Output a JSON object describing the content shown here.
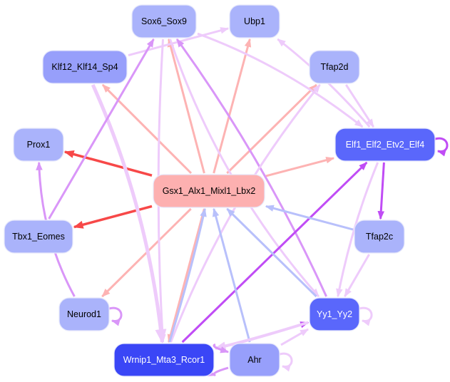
{
  "title": "Gene regulatory network",
  "colors": {
    "node_light": "#aab3fb",
    "node_mid": "#979ffb",
    "node_dark": "#5a67fb",
    "node_darkest": "#3a46f6",
    "node_center": "#fdb0b0",
    "edge_red": "#f74848",
    "edge_salmon": "#fdb3b3",
    "edge_lilac": "#eecbfb",
    "edge_violet": "#d996f8",
    "edge_purple": "#c04cf5",
    "edge_periwinkle": "#b8c0fb"
  },
  "nodes": [
    {
      "id": "sox6_sox9",
      "label": "Sox6_Sox9",
      "fill": "node_light",
      "text": "#000000"
    },
    {
      "id": "ubp1",
      "label": "Ubp1",
      "fill": "node_light",
      "text": "#000000"
    },
    {
      "id": "klf12",
      "label": "Klf12_Klf14_Sp4",
      "fill": "node_mid",
      "text": "#000000"
    },
    {
      "id": "tfap2d",
      "label": "Tfap2d",
      "fill": "node_light",
      "text": "#000000"
    },
    {
      "id": "prox1",
      "label": "Prox1",
      "fill": "node_light",
      "text": "#000000"
    },
    {
      "id": "elf",
      "label": "Elf1_Elf2_Etv2_Elf4",
      "fill": "node_dark",
      "text": "#ffffff"
    },
    {
      "id": "gsx1",
      "label": "Gsx1_Alx1_Mixl1_Lbx2",
      "fill": "node_center",
      "text": "#000000"
    },
    {
      "id": "tbx1",
      "label": "Tbx1_Eomes",
      "fill": "node_light",
      "text": "#000000"
    },
    {
      "id": "tfap2c",
      "label": "Tfap2c",
      "fill": "node_light",
      "text": "#000000"
    },
    {
      "id": "neurod1",
      "label": "Neurod1",
      "fill": "node_light",
      "text": "#000000"
    },
    {
      "id": "yy1",
      "label": "Yy1_Yy2",
      "fill": "node_dark",
      "text": "#ffffff"
    },
    {
      "id": "wrnip1",
      "label": "Wrnip1_Mta3_Rcor1",
      "fill": "node_darkest",
      "text": "#ffffff"
    },
    {
      "id": "ahr",
      "label": "Ahr",
      "fill": "node_mid",
      "text": "#000000"
    }
  ],
  "edges": [
    {
      "from": "gsx1",
      "to": "prox1",
      "color": "edge_red"
    },
    {
      "from": "gsx1",
      "to": "tbx1",
      "color": "edge_red"
    },
    {
      "from": "gsx1",
      "to": "klf12",
      "color": "edge_salmon"
    },
    {
      "from": "gsx1",
      "to": "sox6_sox9",
      "color": "edge_salmon"
    },
    {
      "from": "gsx1",
      "to": "ubp1",
      "color": "edge_salmon"
    },
    {
      "from": "gsx1",
      "to": "tfap2d",
      "color": "edge_salmon"
    },
    {
      "from": "gsx1",
      "to": "elf",
      "color": "edge_salmon"
    },
    {
      "from": "gsx1",
      "to": "neurod1",
      "color": "edge_salmon"
    },
    {
      "from": "gsx1",
      "to": "wrnip1",
      "color": "edge_salmon"
    },
    {
      "from": "klf12",
      "to": "ubp1",
      "color": "edge_lilac"
    },
    {
      "from": "klf12",
      "to": "wrnip1",
      "color": "edge_lilac"
    },
    {
      "from": "tbx1",
      "to": "sox6_sox9",
      "color": "edge_violet"
    },
    {
      "from": "neurod1",
      "to": "prox1",
      "color": "edge_violet"
    },
    {
      "from": "neurod1",
      "to": "neurod1",
      "color": "edge_violet"
    },
    {
      "from": "sox6_sox9",
      "to": "elf",
      "color": "edge_lilac"
    },
    {
      "from": "sox6_sox9",
      "to": "wrnip1",
      "color": "edge_lilac"
    },
    {
      "from": "sox6_sox9",
      "to": "yy1",
      "color": "edge_lilac"
    },
    {
      "from": "yy1",
      "to": "sox6_sox9",
      "color": "edge_violet"
    },
    {
      "from": "elf",
      "to": "ubp1",
      "color": "edge_lilac"
    },
    {
      "from": "tfap2d",
      "to": "elf",
      "color": "edge_lilac"
    },
    {
      "from": "wrnip1",
      "to": "tfap2d",
      "color": "edge_lilac"
    },
    {
      "from": "elf",
      "to": "elf",
      "color": "edge_purple"
    },
    {
      "from": "elf",
      "to": "tfap2c",
      "color": "edge_purple"
    },
    {
      "from": "elf",
      "to": "yy1",
      "color": "edge_lilac"
    },
    {
      "from": "wrnip1",
      "to": "elf",
      "color": "edge_purple"
    },
    {
      "from": "tfap2c",
      "to": "gsx1",
      "color": "edge_periwinkle"
    },
    {
      "from": "tfap2c",
      "to": "yy1",
      "color": "edge_lilac"
    },
    {
      "from": "yy1",
      "to": "gsx1",
      "color": "edge_periwinkle"
    },
    {
      "from": "ahr",
      "to": "gsx1",
      "color": "edge_periwinkle"
    },
    {
      "from": "wrnip1",
      "to": "gsx1",
      "color": "edge_periwinkle"
    },
    {
      "from": "yy1",
      "to": "yy1",
      "color": "edge_lilac"
    },
    {
      "from": "wrnip1",
      "to": "yy1",
      "color": "edge_purple"
    },
    {
      "from": "yy1",
      "to": "wrnip1",
      "color": "edge_lilac"
    },
    {
      "from": "ahr",
      "to": "yy1",
      "color": "edge_lilac"
    },
    {
      "from": "ahr",
      "to": "ahr",
      "color": "edge_lilac"
    },
    {
      "from": "wrnip1",
      "to": "ahr",
      "color": "edge_violet"
    },
    {
      "from": "ahr",
      "to": "wrnip1",
      "color": "edge_violet"
    }
  ]
}
